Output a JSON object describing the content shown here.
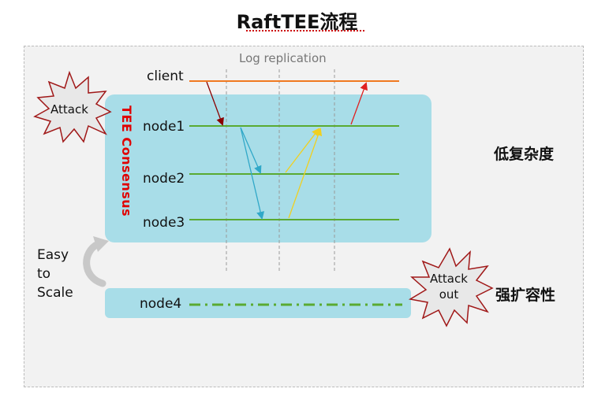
{
  "title": "RaftTEE流程",
  "log_replication_label": "Log replication",
  "consensus_label": "TEE Consensus",
  "nodes": {
    "client": "client",
    "node1": "node1",
    "node2": "node2",
    "node3": "node3",
    "node4": "node4"
  },
  "attack_label": "Attack",
  "attack_out_label": [
    "Attack",
    "out"
  ],
  "easy_to_scale": [
    "Easy",
    "to",
    "Scale"
  ],
  "low_complexity": "低复杂度",
  "scalability": "强扩容性",
  "colors": {
    "client_line": "#f07820",
    "node_line": "#5aaa32",
    "box_fill": "#a8dde8",
    "dark_red_arrow": "#8b0000",
    "red_arrow": "#e02020",
    "cyan_arrow": "#30a8c8",
    "yellow_arrow": "#f0d020",
    "consensus_text": "#e00000",
    "burst_border": "#a01818"
  }
}
